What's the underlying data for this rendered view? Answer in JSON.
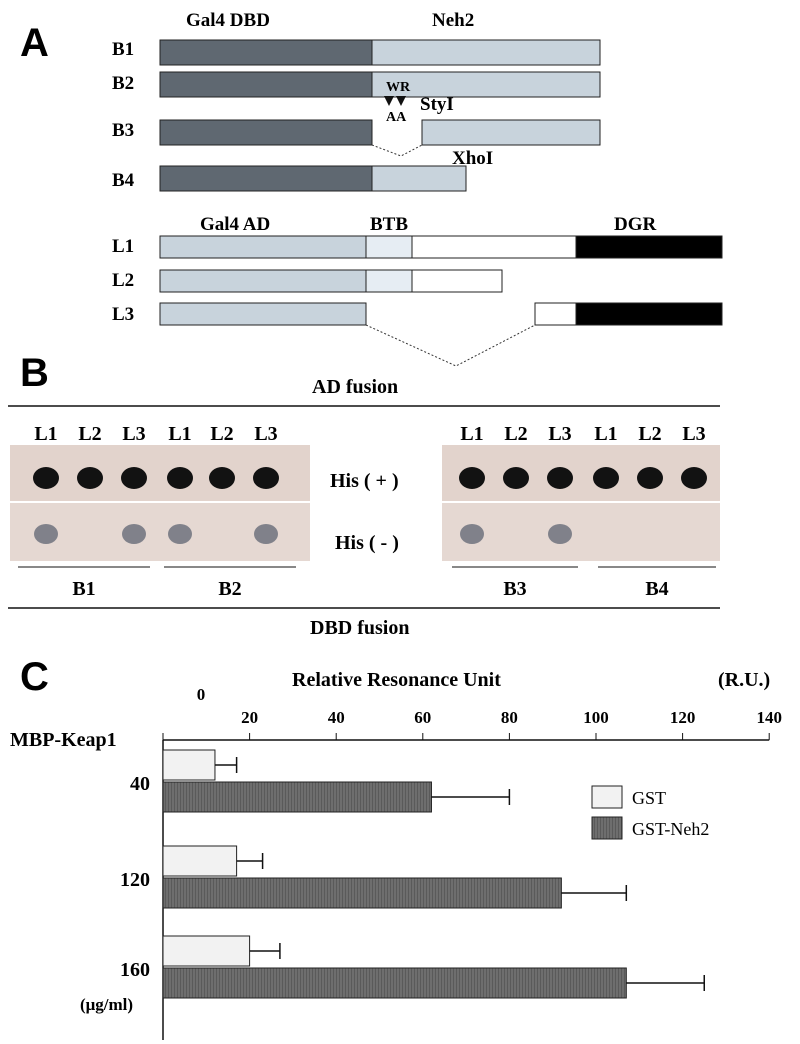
{
  "panelA": {
    "letter": "A",
    "dbd_label": "Gal4 DBD",
    "neh2_label": "Neh2",
    "constructs_b": [
      "B1",
      "B2",
      "B3",
      "B4"
    ],
    "wr_label": "WR",
    "aa_label": "AA",
    "styi_label": "StyI",
    "xhoi_label": "XhoI",
    "ad_label": "Gal4 AD",
    "btb_label": "BTB",
    "dgr_label": "DGR",
    "constructs_l": [
      "L1",
      "L2",
      "L3"
    ]
  },
  "panelB": {
    "letter": "B",
    "ad_fusion": "AD fusion",
    "dbd_fusion": "DBD fusion",
    "col_labels": [
      "L1",
      "L2",
      "L3",
      "L1",
      "L2",
      "L3",
      "L1",
      "L2",
      "L3",
      "L1",
      "L2",
      "L3"
    ],
    "his_plus": "His ( + )",
    "his_minus": "His ( - )",
    "group_labels": [
      "B1",
      "B2",
      "B3",
      "B4"
    ],
    "his_plus_growth": [
      true,
      true,
      true,
      true,
      true,
      true,
      true,
      true,
      true,
      true,
      true,
      true
    ],
    "his_minus_growth": [
      true,
      false,
      true,
      true,
      false,
      true,
      true,
      false,
      true,
      false,
      false,
      false
    ]
  },
  "chart_data": {
    "type": "bar",
    "orientation": "horizontal",
    "letter": "C",
    "title": "Relative Resonance Unit",
    "unit": "(R.U.)",
    "ylabel": "MBP-Keap1",
    "categories": [
      "40",
      "120",
      "160"
    ],
    "category_unit": "(μg/ml)",
    "xlim": [
      0,
      140
    ],
    "xticks": [
      0,
      20,
      40,
      60,
      80,
      100,
      120,
      140
    ],
    "series": [
      {
        "name": "GST",
        "color": "#f2f2f2",
        "values": [
          12,
          17,
          20
        ],
        "errors": [
          5,
          6,
          7
        ]
      },
      {
        "name": "GST-Neh2",
        "color": "#6e6e6e",
        "values": [
          62,
          92,
          107
        ],
        "errors": [
          18,
          15,
          18
        ]
      }
    ]
  }
}
